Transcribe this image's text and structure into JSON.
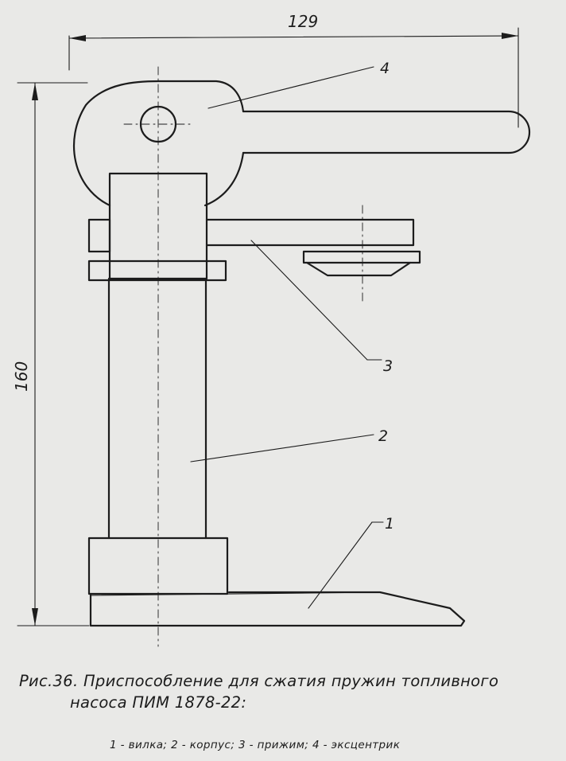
{
  "dimensions": {
    "width_label": "129",
    "height_label": "160"
  },
  "part_labels": [
    {
      "id": "1",
      "text": "1"
    },
    {
      "id": "2",
      "text": "2"
    },
    {
      "id": "3",
      "text": "3"
    },
    {
      "id": "4",
      "text": "4"
    }
  ],
  "caption": {
    "line1": "Рис.36. Приспособление для сжатия пружин топливного",
    "line2": "насоса ПИМ 1878-22:",
    "legend": "1 - вилка;  2 - корпус;  3 - прижим;  4 - эксцентрик"
  },
  "colors": {
    "background": "#e9e9e7",
    "ink": "#1c1c1c"
  }
}
